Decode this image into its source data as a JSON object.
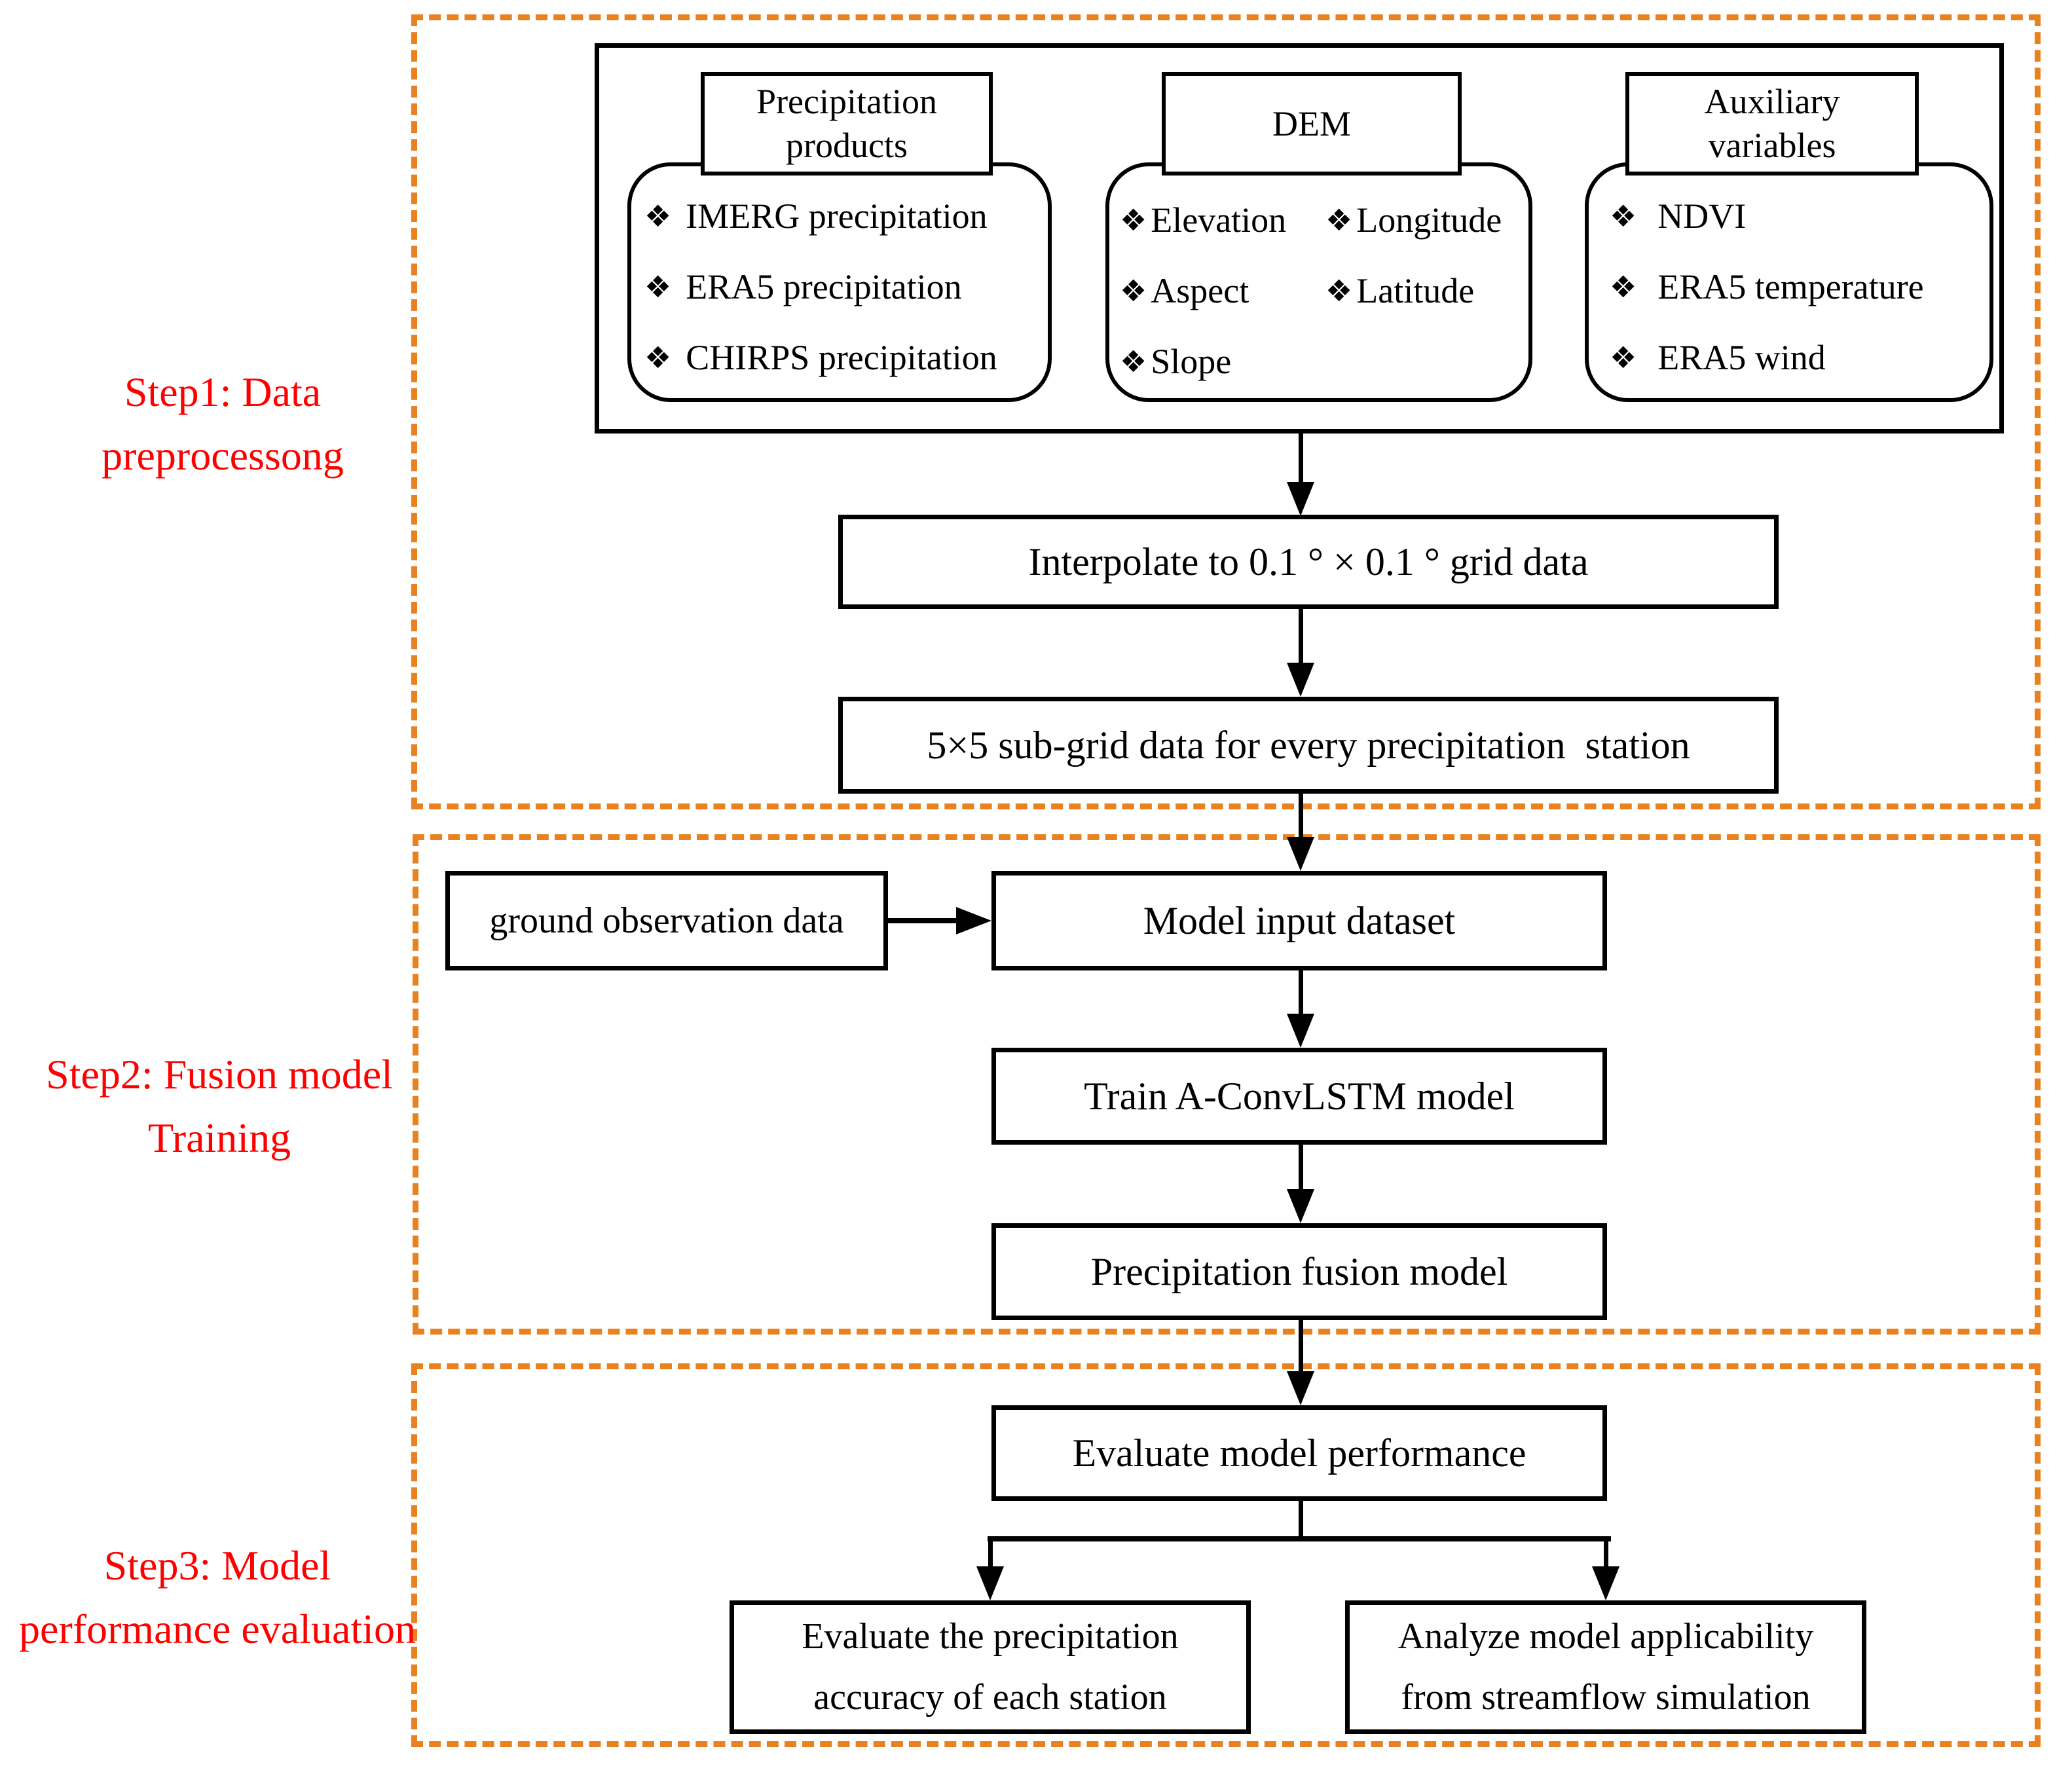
{
  "colors": {
    "accent": "#E8811E",
    "step_red": "#FF0000",
    "line": "#000000"
  },
  "bullet_icon": "❖",
  "step_labels": {
    "step1": {
      "line1": "Step1: Data",
      "line2": "preprocessong"
    },
    "step2": {
      "line1": "Step2: Fusion model",
      "line2": "Training"
    },
    "step3": {
      "line1": "Step3: Model",
      "line2": "performance evaluation"
    }
  },
  "sources": {
    "precipitation": {
      "title_line1": "Precipitation",
      "title_line2": "products",
      "items": [
        "IMERG precipitation",
        "ERA5 precipitation",
        "CHIRPS precipitation"
      ]
    },
    "dem": {
      "title": "DEM",
      "col1_items": [
        "Elevation",
        "Aspect",
        "Slope"
      ],
      "col2_items": [
        "Longitude",
        "Latitude"
      ]
    },
    "auxiliary": {
      "title_line1": "Auxiliary",
      "title_line2": "variables",
      "items": [
        "NDVI",
        "ERA5 temperature",
        "ERA5 wind"
      ]
    }
  },
  "process": {
    "interpolate": "Interpolate to 0.1 ° × 0.1 ° grid data",
    "subgrid": "5×5 sub-grid data for every precipitation  station",
    "ground_observation": "ground observation data",
    "model_input": "Model input dataset",
    "train_model": "Train A-ConvLSTM model",
    "fusion_model": "Precipitation fusion model",
    "evaluate": "Evaluate model performance",
    "evaluate_station_line1": "Evaluate the precipitation",
    "evaluate_station_line2": "accuracy of each station",
    "analyze_line1": "Analyze model applicability",
    "analyze_line2": "from streamflow simulation"
  }
}
